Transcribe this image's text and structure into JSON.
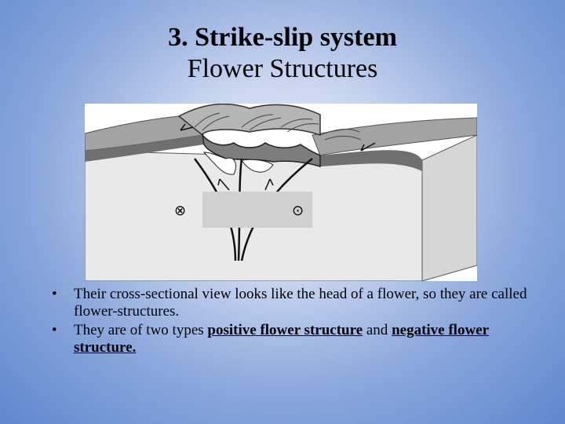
{
  "slide": {
    "title": "3. Strike-slip system",
    "subtitle": "Flower Structures",
    "figure": {
      "symbol_into": "⊗",
      "symbol_out": "⊙"
    },
    "bullets": [
      {
        "text": "Their cross-sectional view looks like the head of a flower, so they are called flower-structures."
      },
      {
        "text_before": "They are of two types ",
        "link1": "positive flower structure",
        "text_mid": " and ",
        "link2": "negative flower structure."
      }
    ],
    "bullet_char": "•"
  },
  "colors": {
    "background_center": "#eef2fb",
    "background_edge": "#5f86cf",
    "block_top": "#a3a3a3",
    "block_layer": "#6f6f6f",
    "block_front": "#e9e9e9",
    "block_side": "#d6d6d6"
  }
}
